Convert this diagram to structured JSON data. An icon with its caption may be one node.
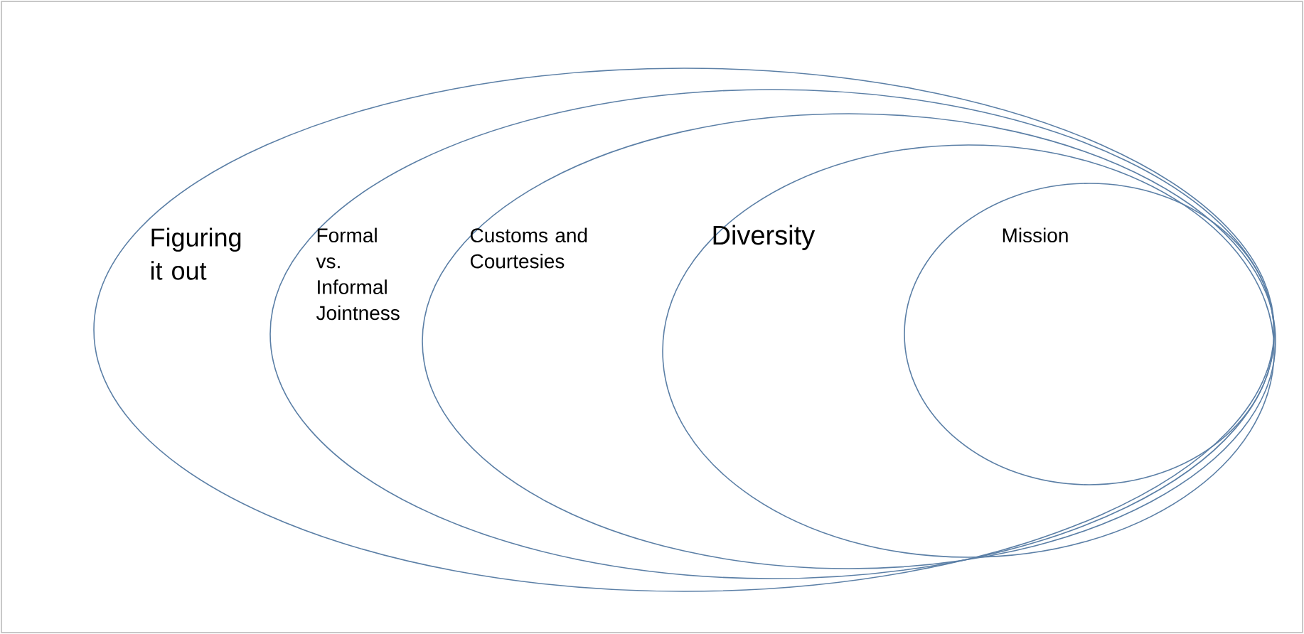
{
  "diagram": {
    "nodes": [
      {
        "text": [
          "Figuring it out"
        ]
      },
      {
        "text": [
          "Formal vs. Informal Jointness"
        ],
        "in": 0
      },
      {
        "text": [
          "Customs and Courtesies"
        ],
        "in": 1
      },
      {
        "text": [
          "Diversity"
        ],
        "in": 2
      },
      {
        "text": [
          "Mission"
        ],
        "in": 3
      }
    ]
  }
}
